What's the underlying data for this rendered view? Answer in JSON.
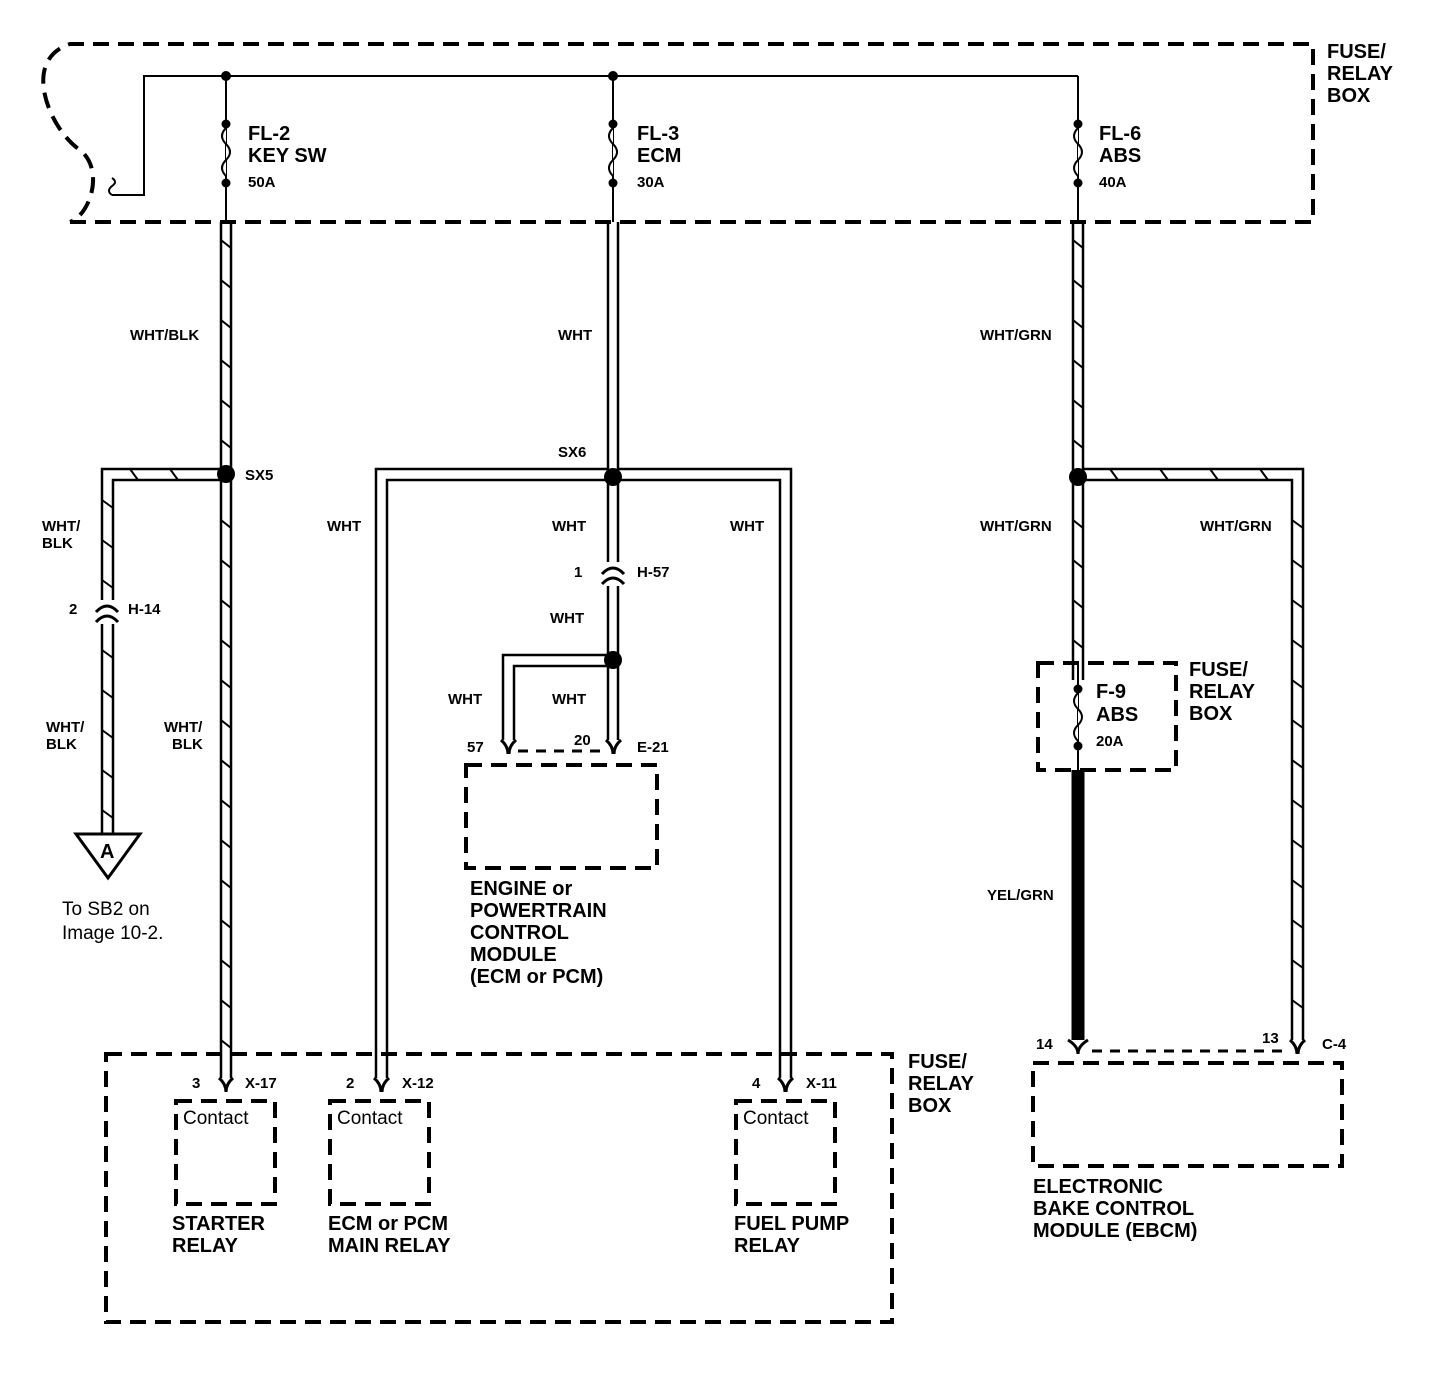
{
  "fuse_box_top": {
    "label": [
      "FUSE/",
      "RELAY",
      "BOX"
    ],
    "fuses": [
      {
        "id": "FL-2",
        "name": "KEY SW",
        "rating": "50A"
      },
      {
        "id": "FL-3",
        "name": "ECM",
        "rating": "30A"
      },
      {
        "id": "FL-6",
        "name": "ABS",
        "rating": "40A"
      }
    ]
  },
  "wires": {
    "fl2_out": "WHT/BLK",
    "fl3_out": "WHT",
    "fl6_out": "WHT/GRN",
    "sx5_left_top": [
      "WHT/",
      "BLK"
    ],
    "sx5_left_bottom": [
      "WHT/",
      "BLK"
    ],
    "sx5_down": [
      "WHT/",
      "BLK"
    ],
    "sx6_left": "WHT",
    "sx6_down": "WHT",
    "sx6_right": "WHT",
    "h57_down": "WHT",
    "ecm_57": "WHT",
    "ecm_20": "WHT",
    "abs_left": "WHT/GRN",
    "abs_right": "WHT/GRN",
    "f9_out": "YEL/GRN"
  },
  "splices": {
    "sx5": "SX5",
    "sx6": "SX6"
  },
  "connectors": {
    "h14": {
      "id": "H-14",
      "pin": "2"
    },
    "h57": {
      "id": "H-57",
      "pin": "1"
    },
    "e21": {
      "id": "E-21",
      "pins": [
        "57",
        "20"
      ]
    },
    "c4": {
      "id": "C-4",
      "pins": [
        "14",
        "13"
      ]
    },
    "x17": {
      "id": "X-17",
      "pin": "3"
    },
    "x12": {
      "id": "X-12",
      "pin": "2"
    },
    "x11": {
      "id": "X-11",
      "pin": "4"
    }
  },
  "ground_ref": {
    "letter": "A",
    "note": [
      "To SB2 on",
      "Image 10-2."
    ]
  },
  "ecm_module": {
    "label": [
      "ENGINE or",
      "POWERTRAIN",
      "CONTROL",
      "MODULE",
      "(ECM or PCM)"
    ]
  },
  "abs_fuse_box": {
    "label": [
      "FUSE/",
      "RELAY",
      "BOX"
    ],
    "fuse": {
      "id": "F-9",
      "name": "ABS",
      "rating": "20A"
    }
  },
  "ebcm": {
    "label": [
      "ELECTRONIC",
      "BAKE CONTROL",
      "MODULE (EBCM)"
    ]
  },
  "bottom_box": {
    "label": [
      "FUSE/",
      "RELAY",
      "BOX"
    ],
    "relays": [
      {
        "contact": "Contact",
        "name": [
          "STARTER",
          "RELAY"
        ]
      },
      {
        "contact": "Contact",
        "name": [
          "ECM or PCM",
          "MAIN RELAY"
        ]
      },
      {
        "contact": "Contact",
        "name": [
          "FUEL PUMP",
          "RELAY"
        ]
      }
    ]
  }
}
